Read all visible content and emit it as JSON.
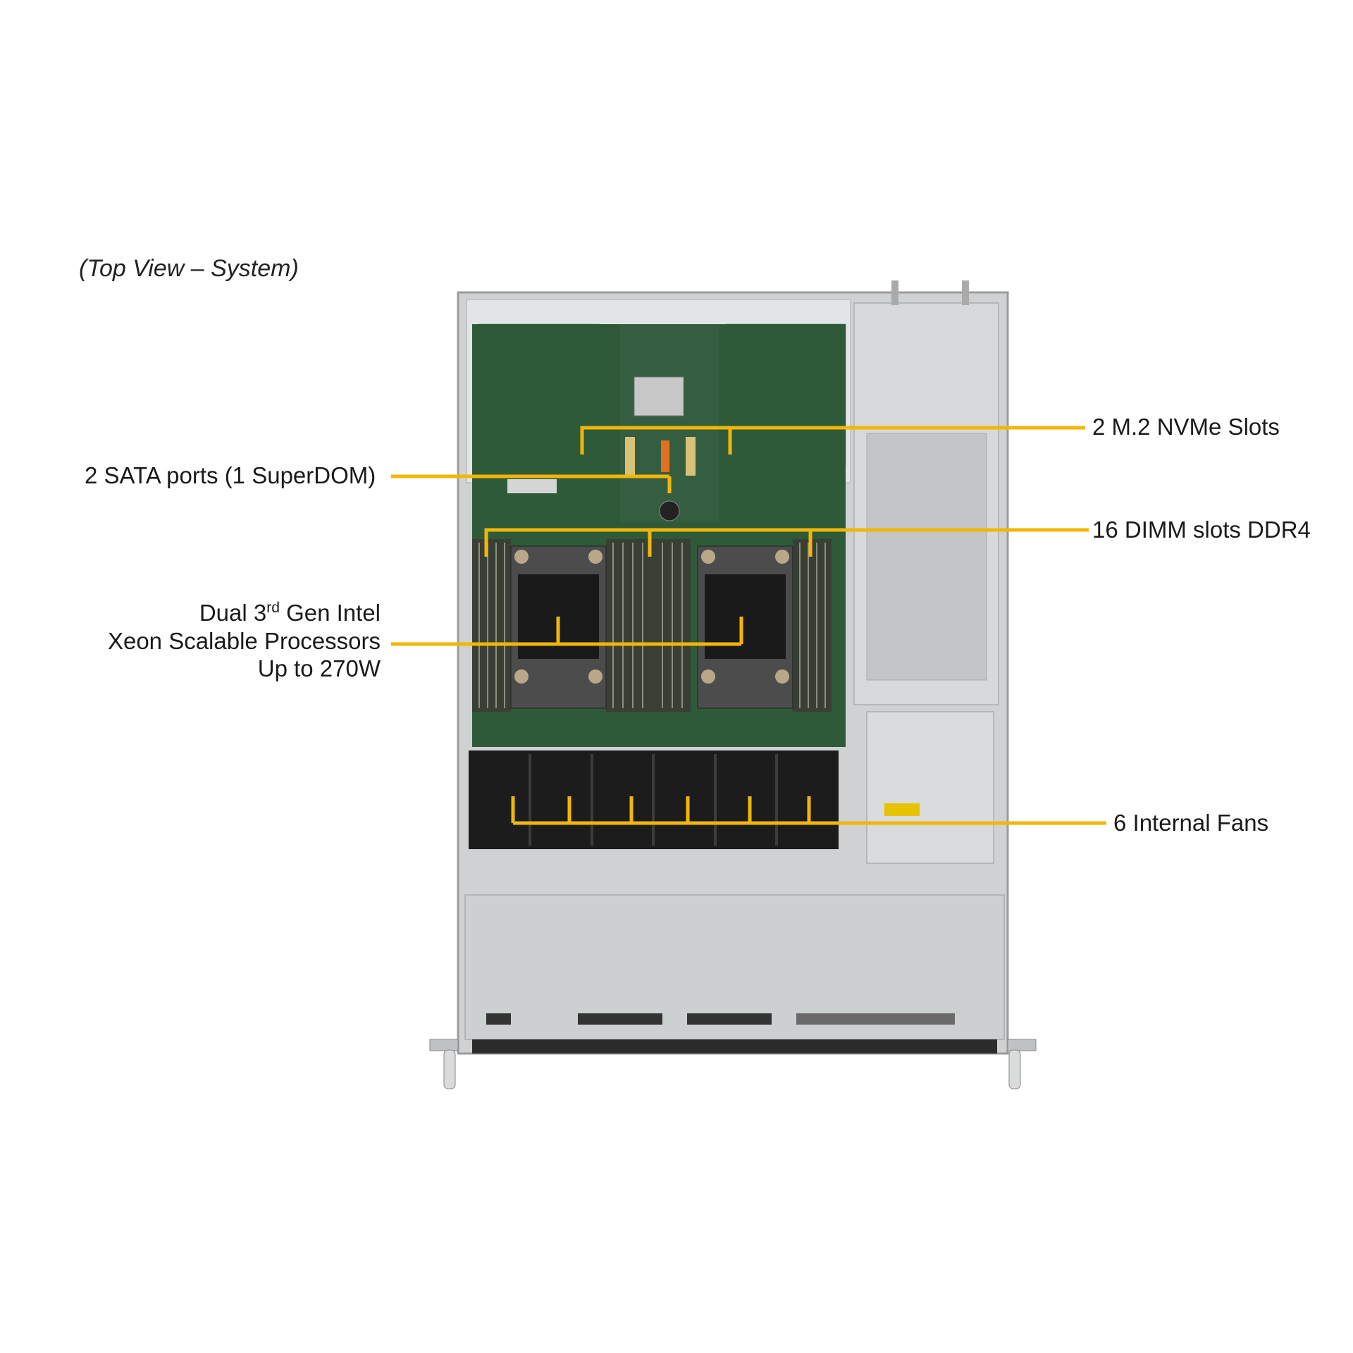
{
  "title": "(Top View – System)",
  "callouts": {
    "m2": "2 M.2 NVMe Slots",
    "sata": "2 SATA ports (1 SuperDOM)",
    "dimm": "16 DIMM  slots  DDR4",
    "cpu_line1_pre": "Dual 3",
    "cpu_line1_sup": "rd",
    "cpu_line1_post": " Gen Intel",
    "cpu_line2": "Xeon Scalable Processors",
    "cpu_line3": "Up to 270W",
    "fans": "6 Internal  Fans"
  },
  "colors": {
    "callout_line": "#f2b705",
    "chassis": "#c9cbcc",
    "pcb": "#2f5a3a",
    "dimm": "#3a3f36",
    "fan": "#1c1c1c"
  }
}
